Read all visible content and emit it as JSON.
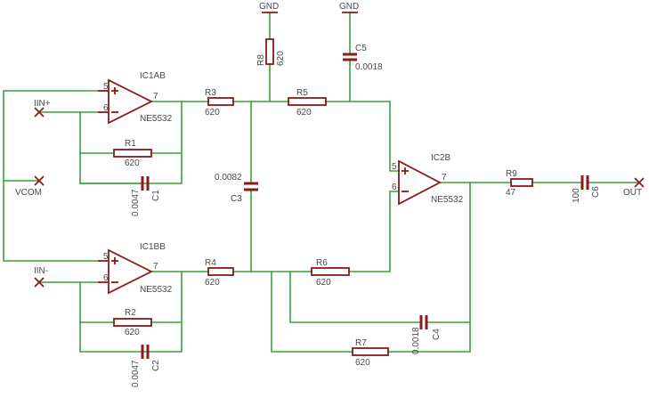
{
  "gnd_left": "GND",
  "gnd_right": "GND",
  "ports": {
    "iin_plus": "IIN+",
    "vcom": "VCOM",
    "iin_minus": "IIN-",
    "out": "OUT"
  },
  "opamps": {
    "ic1a": {
      "ref": "IC1AB",
      "value": "NE5532",
      "pin_plus": "5",
      "pin_minus": "6",
      "pin_out": "7"
    },
    "ic1b": {
      "ref": "IC1BB",
      "value": "NE5532",
      "pin_plus": "5",
      "pin_minus": "6",
      "pin_out": "7"
    },
    "ic2": {
      "ref": "IC2B",
      "value": "NE5532",
      "pin_plus": "5",
      "pin_minus": "6",
      "pin_out": "7"
    }
  },
  "resistors": {
    "r1": {
      "ref": "R1",
      "value": "620"
    },
    "r2": {
      "ref": "R2",
      "value": "620"
    },
    "r3": {
      "ref": "R3",
      "value": "620"
    },
    "r4": {
      "ref": "R4",
      "value": "620"
    },
    "r5": {
      "ref": "R5",
      "value": "620"
    },
    "r6": {
      "ref": "R6",
      "value": "620"
    },
    "r7": {
      "ref": "R7",
      "value": "620"
    },
    "r8": {
      "ref": "R8",
      "value": "620"
    },
    "r9": {
      "ref": "R9",
      "value": "47"
    }
  },
  "capacitors": {
    "c1": {
      "ref": "C1",
      "value": "0.0047"
    },
    "c2": {
      "ref": "C2",
      "value": "0.0047"
    },
    "c3": {
      "ref": "C3",
      "value": "0.0082"
    },
    "c4": {
      "ref": "C4",
      "value": "0.0018"
    },
    "c5": {
      "ref": "C5",
      "value": "0.0018"
    },
    "c6": {
      "ref": "C6",
      "value": "100"
    }
  },
  "colors": {
    "wire": "#3aa23a",
    "component": "#8b1a1a",
    "text": "#4a4a4a"
  }
}
